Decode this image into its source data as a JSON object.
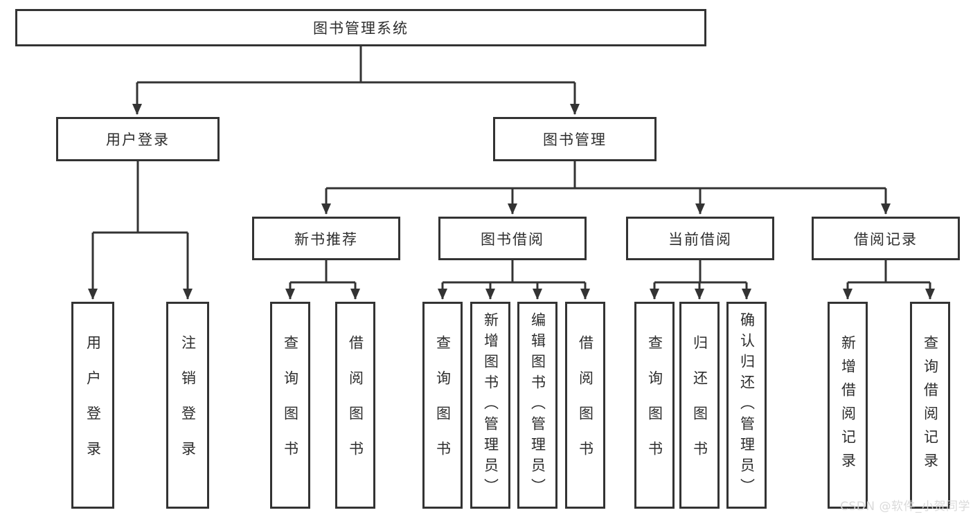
{
  "diagram": {
    "root": {
      "label": "图书管理系统"
    },
    "branches": [
      {
        "label": "用户登录",
        "children": [
          {
            "label": "用户登录"
          },
          {
            "label": "注销登录"
          }
        ]
      },
      {
        "label": "图书管理",
        "children": [
          {
            "label": "新书推荐",
            "children": [
              {
                "label": "查询图书"
              },
              {
                "label": "借阅图书"
              }
            ]
          },
          {
            "label": "图书借阅",
            "children": [
              {
                "label": "查询图书"
              },
              {
                "label": "新增图书（管理员）"
              },
              {
                "label": "编辑图书（管理员）"
              },
              {
                "label": "借阅图书"
              }
            ]
          },
          {
            "label": "当前借阅",
            "children": [
              {
                "label": "查询图书"
              },
              {
                "label": "归还图书"
              },
              {
                "label": "确认归还（管理员）"
              }
            ]
          },
          {
            "label": "借阅记录",
            "children": [
              {
                "label": "新增借阅记录"
              },
              {
                "label": "查询借阅记录"
              }
            ]
          }
        ]
      }
    ]
  },
  "watermark": {
    "text": "CSDN @软件_小贺同学"
  },
  "colors": {
    "line": "#333333",
    "box_border": "#333333",
    "box_fill": "#ffffff",
    "text": "#2d2d2d",
    "background": "#ffffff",
    "watermark": "#d8d8d8"
  }
}
